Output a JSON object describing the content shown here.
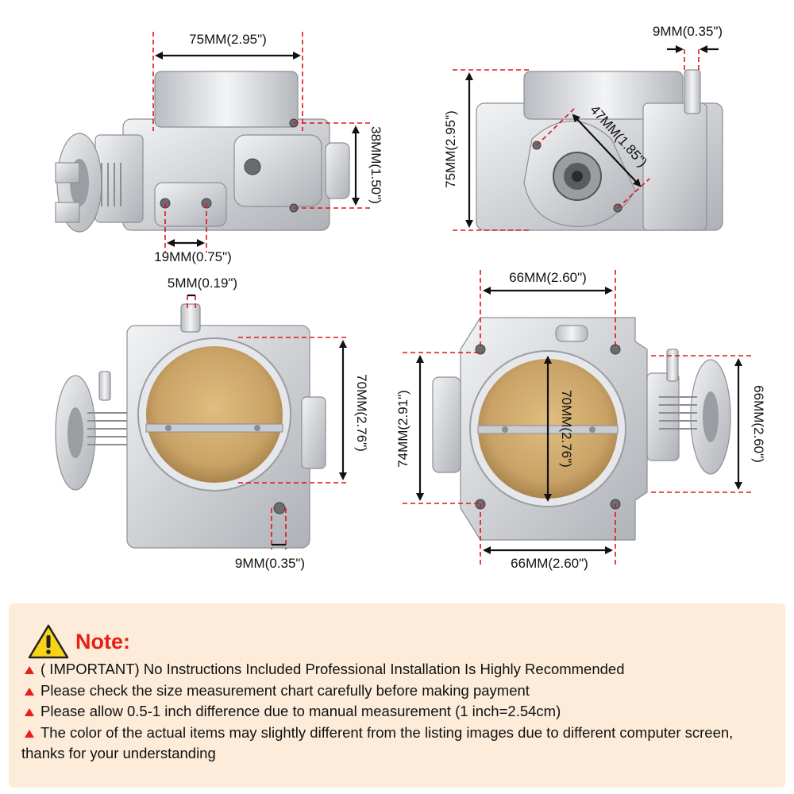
{
  "dimensions": {
    "top_left_width": "75MM(2.95\")",
    "top_left_height": "38MM(1.50\")",
    "top_left_bottom": "19MM(0.75\")",
    "top_right_pin": "9MM(0.35\")",
    "top_right_height": "75MM(2.95\")",
    "top_right_diag": "47MM(1.85\")",
    "bottom_left_top": "5MM(0.19\")",
    "bottom_left_bore": "70MM(2.76\")",
    "bottom_left_bottom": "9MM(0.35\")",
    "bottom_right_top": "66MM(2.60\")",
    "bottom_right_left": "74MM(2.91\")",
    "bottom_right_bore": "70MM(2.76\")",
    "bottom_right_right": "66MM(2.60\")",
    "bottom_right_bottom": "66MM(2.60\")"
  },
  "note": {
    "title": "Note:",
    "icon": "warning-triangle-icon",
    "bullet_icon": "red-triangle-bullet-icon",
    "items": [
      "( IMPORTANT) No Instructions Included Professional Installation Is Highly Recommended",
      "Please check the size measurement chart carefully before making payment",
      "Please allow 0.5-1 inch difference due to manual measurement (1 inch=2.54cm)",
      "The color of the actual items may slightly different from the listing images due to different computer screen, thanks for your understanding"
    ]
  },
  "colors": {
    "accent_red": "#e81f14",
    "guide_red": "#e0141b",
    "panel_bg": "#fcecd9",
    "metal": "#d3d5d9",
    "brass": "#c9a266"
  }
}
